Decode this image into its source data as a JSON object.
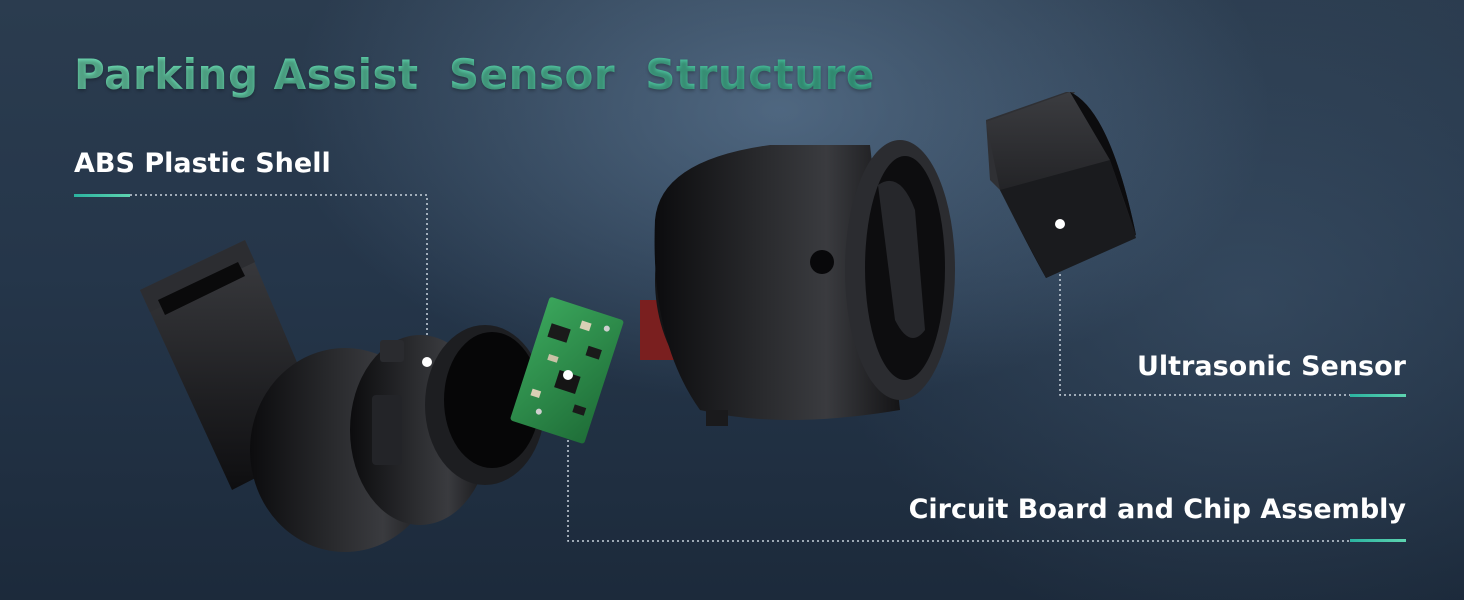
{
  "title": "Parking Assist  Sensor  Structure",
  "labels": {
    "shell": "ABS Plastic Shell",
    "ultrasonic": "Ultrasonic Sensor",
    "circuit": "Circuit Board and Chip Assembly"
  },
  "colors": {
    "accent": "#4fc3a0",
    "underline": "#2bb3a0",
    "leader_line": "#c8d2dc",
    "pcb": "#2e8b4a"
  }
}
